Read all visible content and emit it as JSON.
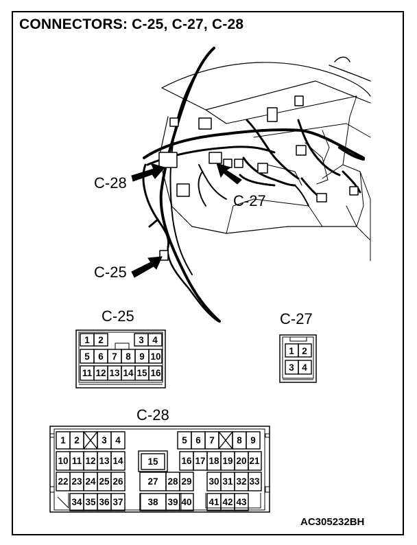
{
  "title": "CONNECTORS: C-25, C-27, C-28",
  "callouts": {
    "c28": "C-28",
    "c27": "C-27",
    "c25": "C-25"
  },
  "connectors": {
    "c25": {
      "name": "C-25",
      "pins": [
        "1",
        "2",
        "3",
        "4",
        "5",
        "6",
        "7",
        "8",
        "9",
        "10",
        "11",
        "12",
        "13",
        "14",
        "15",
        "16"
      ]
    },
    "c27": {
      "name": "C-27",
      "pins": [
        "1",
        "2",
        "3",
        "4"
      ]
    },
    "c28": {
      "name": "C-28",
      "pins": [
        "1",
        "2",
        "3",
        "4",
        "5",
        "6",
        "7",
        "8",
        "9",
        "10",
        "11",
        "12",
        "13",
        "14",
        "15",
        "16",
        "17",
        "18",
        "19",
        "20",
        "21",
        "22",
        "23",
        "24",
        "25",
        "26",
        "27",
        "28",
        "29",
        "30",
        "31",
        "32",
        "33",
        "34",
        "35",
        "36",
        "37",
        "38",
        "39",
        "40",
        "41",
        "42",
        "43"
      ]
    }
  },
  "figure_code": "AC305232BH"
}
